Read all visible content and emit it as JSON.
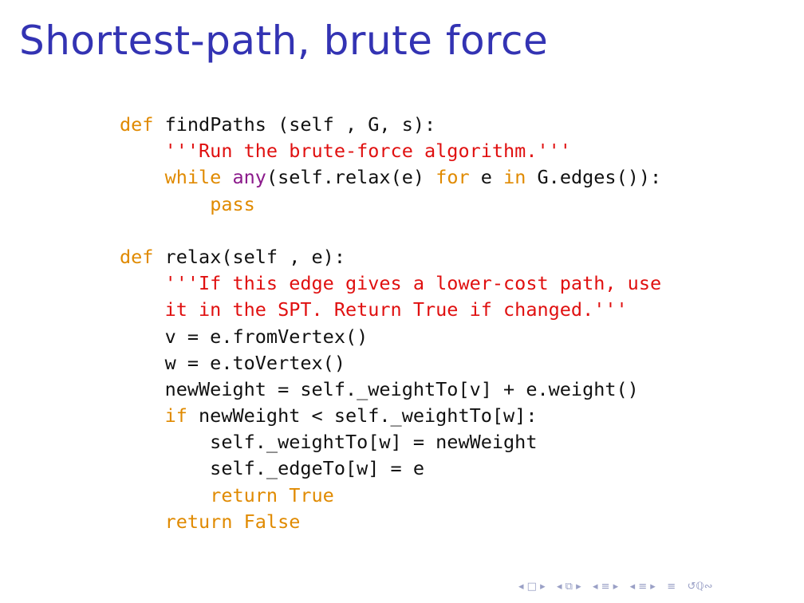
{
  "slide": {
    "title": "Shortest-path, brute force"
  },
  "code": {
    "lines": [
      [
        {
          "t": "def",
          "c": "kw"
        },
        {
          "t": " findPaths (self , G, s):",
          "c": ""
        }
      ],
      [
        {
          "t": "    '''Run the brute-force algorithm.'''",
          "c": "str"
        }
      ],
      [
        {
          "t": "    ",
          "c": ""
        },
        {
          "t": "while",
          "c": "kw"
        },
        {
          "t": " ",
          "c": ""
        },
        {
          "t": "any",
          "c": "fn"
        },
        {
          "t": "(self.relax(e) ",
          "c": ""
        },
        {
          "t": "for",
          "c": "kw"
        },
        {
          "t": " e ",
          "c": ""
        },
        {
          "t": "in",
          "c": "kw"
        },
        {
          "t": " G.edges()):",
          "c": ""
        }
      ],
      [
        {
          "t": "        ",
          "c": ""
        },
        {
          "t": "pass",
          "c": "kw"
        }
      ],
      [
        {
          "t": "",
          "c": ""
        }
      ],
      [
        {
          "t": "def",
          "c": "kw"
        },
        {
          "t": " relax(self , e):",
          "c": ""
        }
      ],
      [
        {
          "t": "    '''If this edge gives a lower-cost path, use",
          "c": "str"
        }
      ],
      [
        {
          "t": "    it in the SPT. Return True if changed.'''",
          "c": "str"
        }
      ],
      [
        {
          "t": "    v = e.fromVertex()",
          "c": ""
        }
      ],
      [
        {
          "t": "    w = e.toVertex()",
          "c": ""
        }
      ],
      [
        {
          "t": "    newWeight = self._weightTo[v] + e.weight()",
          "c": ""
        }
      ],
      [
        {
          "t": "    ",
          "c": ""
        },
        {
          "t": "if",
          "c": "kw"
        },
        {
          "t": " newWeight < self._weightTo[w]:",
          "c": ""
        }
      ],
      [
        {
          "t": "        self._weightTo[w] = newWeight",
          "c": ""
        }
      ],
      [
        {
          "t": "        self._edgeTo[w] = e",
          "c": ""
        }
      ],
      [
        {
          "t": "        ",
          "c": ""
        },
        {
          "t": "return True",
          "c": "kw"
        }
      ],
      [
        {
          "t": "    ",
          "c": ""
        },
        {
          "t": "return False",
          "c": "kw"
        }
      ]
    ]
  },
  "navigation": {
    "items": [
      {
        "icon": "nav-first-icon",
        "glyph": "◂ □ ▸"
      },
      {
        "icon": "nav-section-icon",
        "glyph": "◂ ⧉ ▸"
      },
      {
        "icon": "nav-subsection-icon",
        "glyph": "◂ ≡ ▸"
      },
      {
        "icon": "nav-frame-icon",
        "glyph": "◂ ≡ ▸"
      },
      {
        "icon": "nav-appendix-icon",
        "glyph": "≡"
      },
      {
        "icon": "nav-search-icon",
        "glyph": "↺ℚ∾"
      }
    ]
  },
  "colors": {
    "title": "#3333b3",
    "keyword": "#e08a00",
    "builtin": "#8b1a8b",
    "string": "#e01010",
    "text": "#111111"
  }
}
